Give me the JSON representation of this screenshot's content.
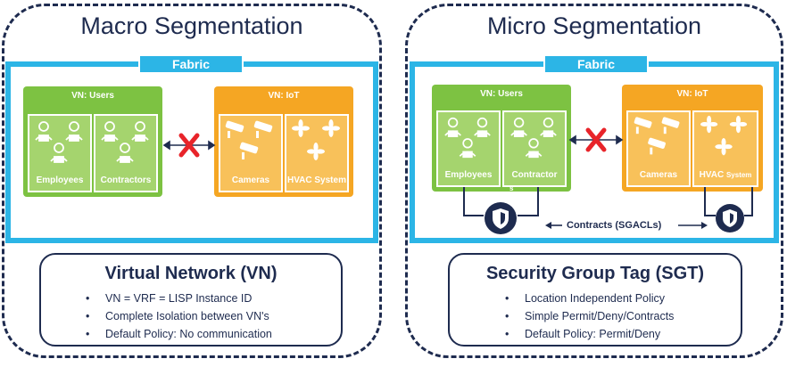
{
  "macro": {
    "title": "Macro Segmentation",
    "fabric_label": "Fabric",
    "vn_users": {
      "label": "VN: Users",
      "groups": [
        "Employees",
        "Contractors"
      ]
    },
    "vn_iot": {
      "label": "VN: IoT",
      "groups": [
        "Cameras",
        "HVAC System"
      ]
    },
    "info": {
      "title": "Virtual Network (VN)",
      "bullets": [
        "VN = VRF = LISP Instance ID",
        "Complete Isolation between VN's",
        "Default Policy: No communication"
      ]
    }
  },
  "micro": {
    "title": "Micro Segmentation",
    "fabric_label": "Fabric",
    "vn_users": {
      "label": "VN: Users",
      "groups": [
        "Employees",
        "Contractor"
      ]
    },
    "vn_iot": {
      "label": "VN: IoT",
      "groups": [
        "Cameras",
        "HVAC"
      ]
    },
    "hvac_suffix": "System",
    "stray_mark": "s",
    "contracts_label": "Contracts (SGACLs)",
    "info": {
      "title": "Security Group Tag (SGT)",
      "bullets": [
        "Location Independent Policy",
        "Simple Permit/Deny/Contracts",
        "Default Policy: Permit/Deny"
      ]
    }
  },
  "colors": {
    "navy": "#1e2b4f",
    "fabric_blue": "#2cb5e6",
    "green": "#7dc242",
    "orange": "#f5a623",
    "deny_red": "#e8242a"
  },
  "icons": [
    "user-icon",
    "camera-icon",
    "fan-icon",
    "shield-icon",
    "deny-x-icon"
  ]
}
